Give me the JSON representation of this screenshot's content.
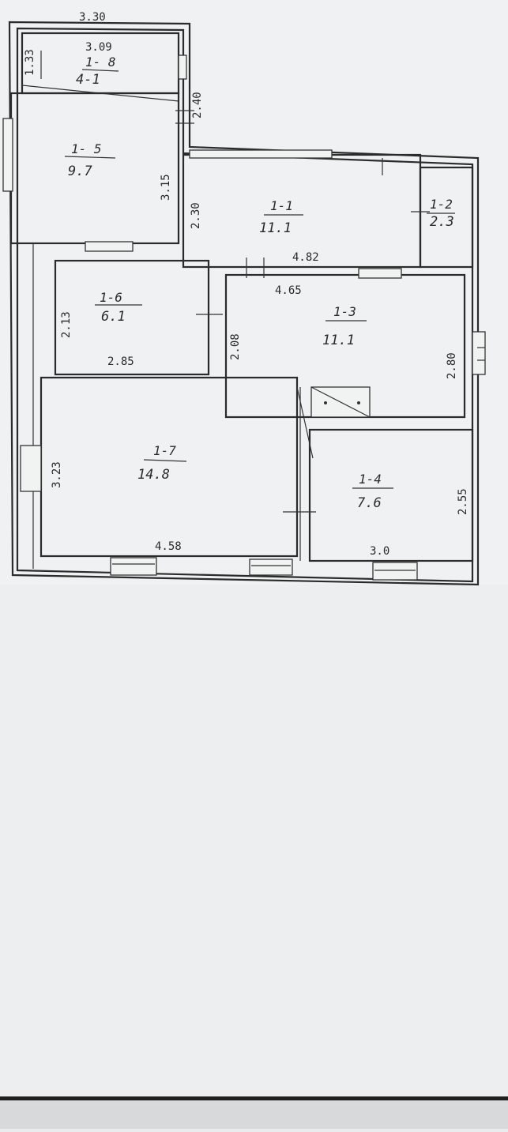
{
  "plan": {
    "overall_dims": {
      "top_width": "3.30",
      "upper_wall": "2.40"
    },
    "rooms": [
      {
        "id": "r18",
        "number": "1- 8",
        "area": "4-1",
        "width": "3.09",
        "height": "1.33"
      },
      {
        "id": "r15",
        "number": "1- 5",
        "area": "9.7",
        "height": "3.15"
      },
      {
        "id": "r11",
        "number": "1-1",
        "area": "11.1",
        "width": "4.82",
        "height": "2.30"
      },
      {
        "id": "r12",
        "number": "1-2",
        "area": "2.3"
      },
      {
        "id": "r16",
        "number": "1-6",
        "area": "6.1",
        "width": "2.85",
        "height": "2.13"
      },
      {
        "id": "r13",
        "number": "1-3",
        "area": "11.1",
        "width": "4.65",
        "height": "2.80",
        "height_left": "2.08"
      },
      {
        "id": "r17",
        "number": "1-7",
        "area": "14.8",
        "width": "4.58",
        "height": "3.23"
      },
      {
        "id": "r14",
        "number": "1-4",
        "area": "7.6",
        "width": "3.0",
        "height": "2.55"
      }
    ]
  }
}
